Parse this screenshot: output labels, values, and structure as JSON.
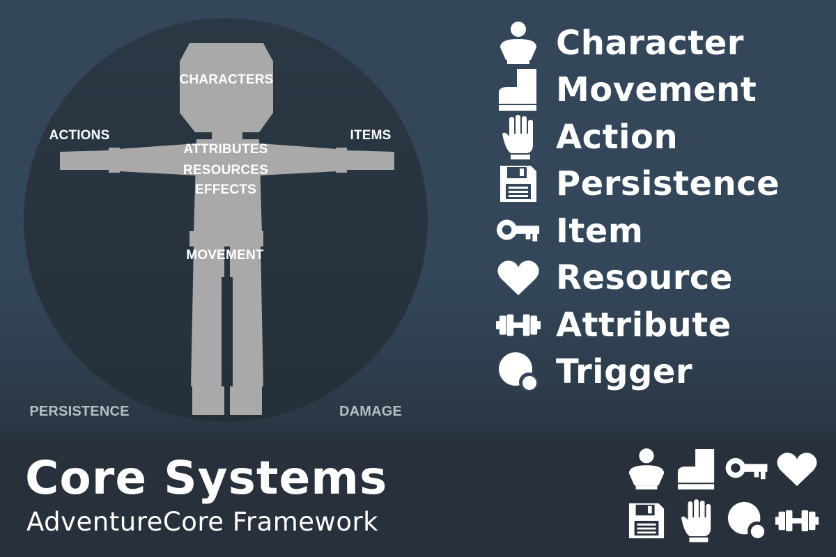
{
  "diagram": {
    "figure_labels": {
      "characters": "CHARACTERS",
      "actions": "ACTIONS",
      "items": "ITEMS",
      "attributes": "ATTRIBUTES",
      "resources": "RESOURCES",
      "effects": "EFFECTS",
      "movement": "MOVEMENT"
    },
    "outer_labels": {
      "persistence": "PERSISTENCE",
      "damage": "DAMAGE"
    }
  },
  "legend": [
    {
      "icon": "character-icon",
      "label": "Character"
    },
    {
      "icon": "movement-icon",
      "label": "Movement"
    },
    {
      "icon": "action-icon",
      "label": "Action"
    },
    {
      "icon": "persistence-icon",
      "label": "Persistence"
    },
    {
      "icon": "item-icon",
      "label": "Item"
    },
    {
      "icon": "resource-icon",
      "label": "Resource"
    },
    {
      "icon": "attribute-icon",
      "label": "Attribute"
    },
    {
      "icon": "trigger-icon",
      "label": "Trigger"
    }
  ],
  "footer": {
    "title": "Core Systems",
    "subtitle": "AdventureCore Framework",
    "icon_grid": [
      "character-icon",
      "movement-icon",
      "item-icon",
      "resource-icon",
      "persistence-icon",
      "action-icon",
      "trigger-icon",
      "attribute-icon"
    ]
  },
  "colors": {
    "background": "#34475a",
    "circle": "#283440",
    "figure": "#a9a9a9",
    "text": "#ffffff",
    "dim_text": "#b8bec6"
  }
}
